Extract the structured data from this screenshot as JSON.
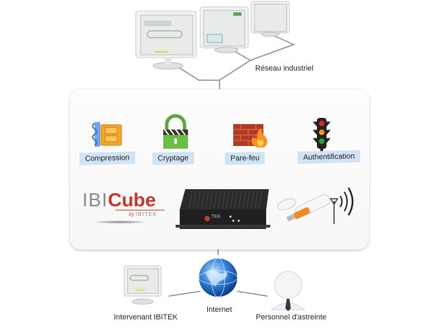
{
  "network": {
    "industrial_label": "Réseau industriel"
  },
  "features": [
    {
      "label": "Compression",
      "icon": "compression-archive-icon"
    },
    {
      "label": "Cryptage",
      "icon": "padlock-icon"
    },
    {
      "label": "Pare-feu",
      "icon": "firewall-icon"
    },
    {
      "label": "Authentification",
      "icon": "traffic-light-icon"
    }
  ],
  "brand": {
    "name_part1": "IBI",
    "name_part2": "Cube",
    "byline_prefix": "by",
    "byline_company": "IBITEK",
    "device_badge": "TEK"
  },
  "remote": {
    "operator_label": "Intervenant IBITEK",
    "internet_label": "Internet",
    "oncall_label": "Personnel d'astreinte"
  },
  "colors": {
    "label_bg": "#cfe3f4",
    "brand_red": "#c0392b",
    "brand_grey": "#8a8a8a",
    "line_grey": "#7f8a90",
    "usb_orange": "#f08a24"
  }
}
